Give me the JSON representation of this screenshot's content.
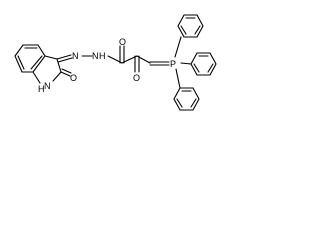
{
  "molecule": {
    "atoms": {
      "n1": "N",
      "n2": "N",
      "h2": "H",
      "o1": "O",
      "o2": "O",
      "nh": "N",
      "hh": "H",
      "o3": "O",
      "p": "P"
    }
  }
}
